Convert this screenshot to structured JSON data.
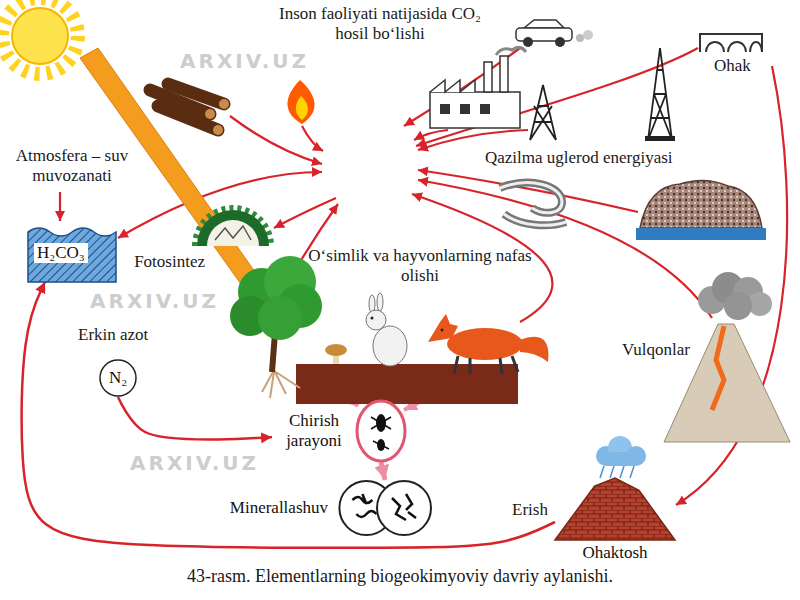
{
  "diagram": {
    "caption": "43-rasm. Elementlarning biogeokimyoviy davriy aylanishi.",
    "nodes": [
      {
        "text": [
          "H₂CO₃"
        ]
      },
      {
        "text": [
          "N₂"
        ]
      },
      {
        "text": [
          "Chirish jarayoni"
        ]
      },
      {
        "text": [
          "Minerallashuv"
        ]
      },
      {
        "text": [
          "Ohaktosh"
        ]
      }
    ],
    "edges": [
      {
        "from": 1,
        "to": 2,
        "arrow": "to"
      },
      {
        "from": 2,
        "to": 3,
        "arrow": "to"
      },
      {
        "from": 4,
        "to": 0,
        "label": "Erish",
        "arrow": "to"
      }
    ],
    "labels": [
      "Inson faoliyati natijasida CO₂ hosil boʻlishi",
      "Ohak",
      "Atmosfera – suv muvozanati",
      "Fotosintez",
      "Qazilma uglerod energiyasi",
      "Oʻsimlik va hayvonlarning nafas olishi",
      "Erkin azot",
      "Vulqonlar",
      "ARXIV.UZ",
      "ARXIV.UZ",
      "ARXIV.UZ"
    ]
  }
}
